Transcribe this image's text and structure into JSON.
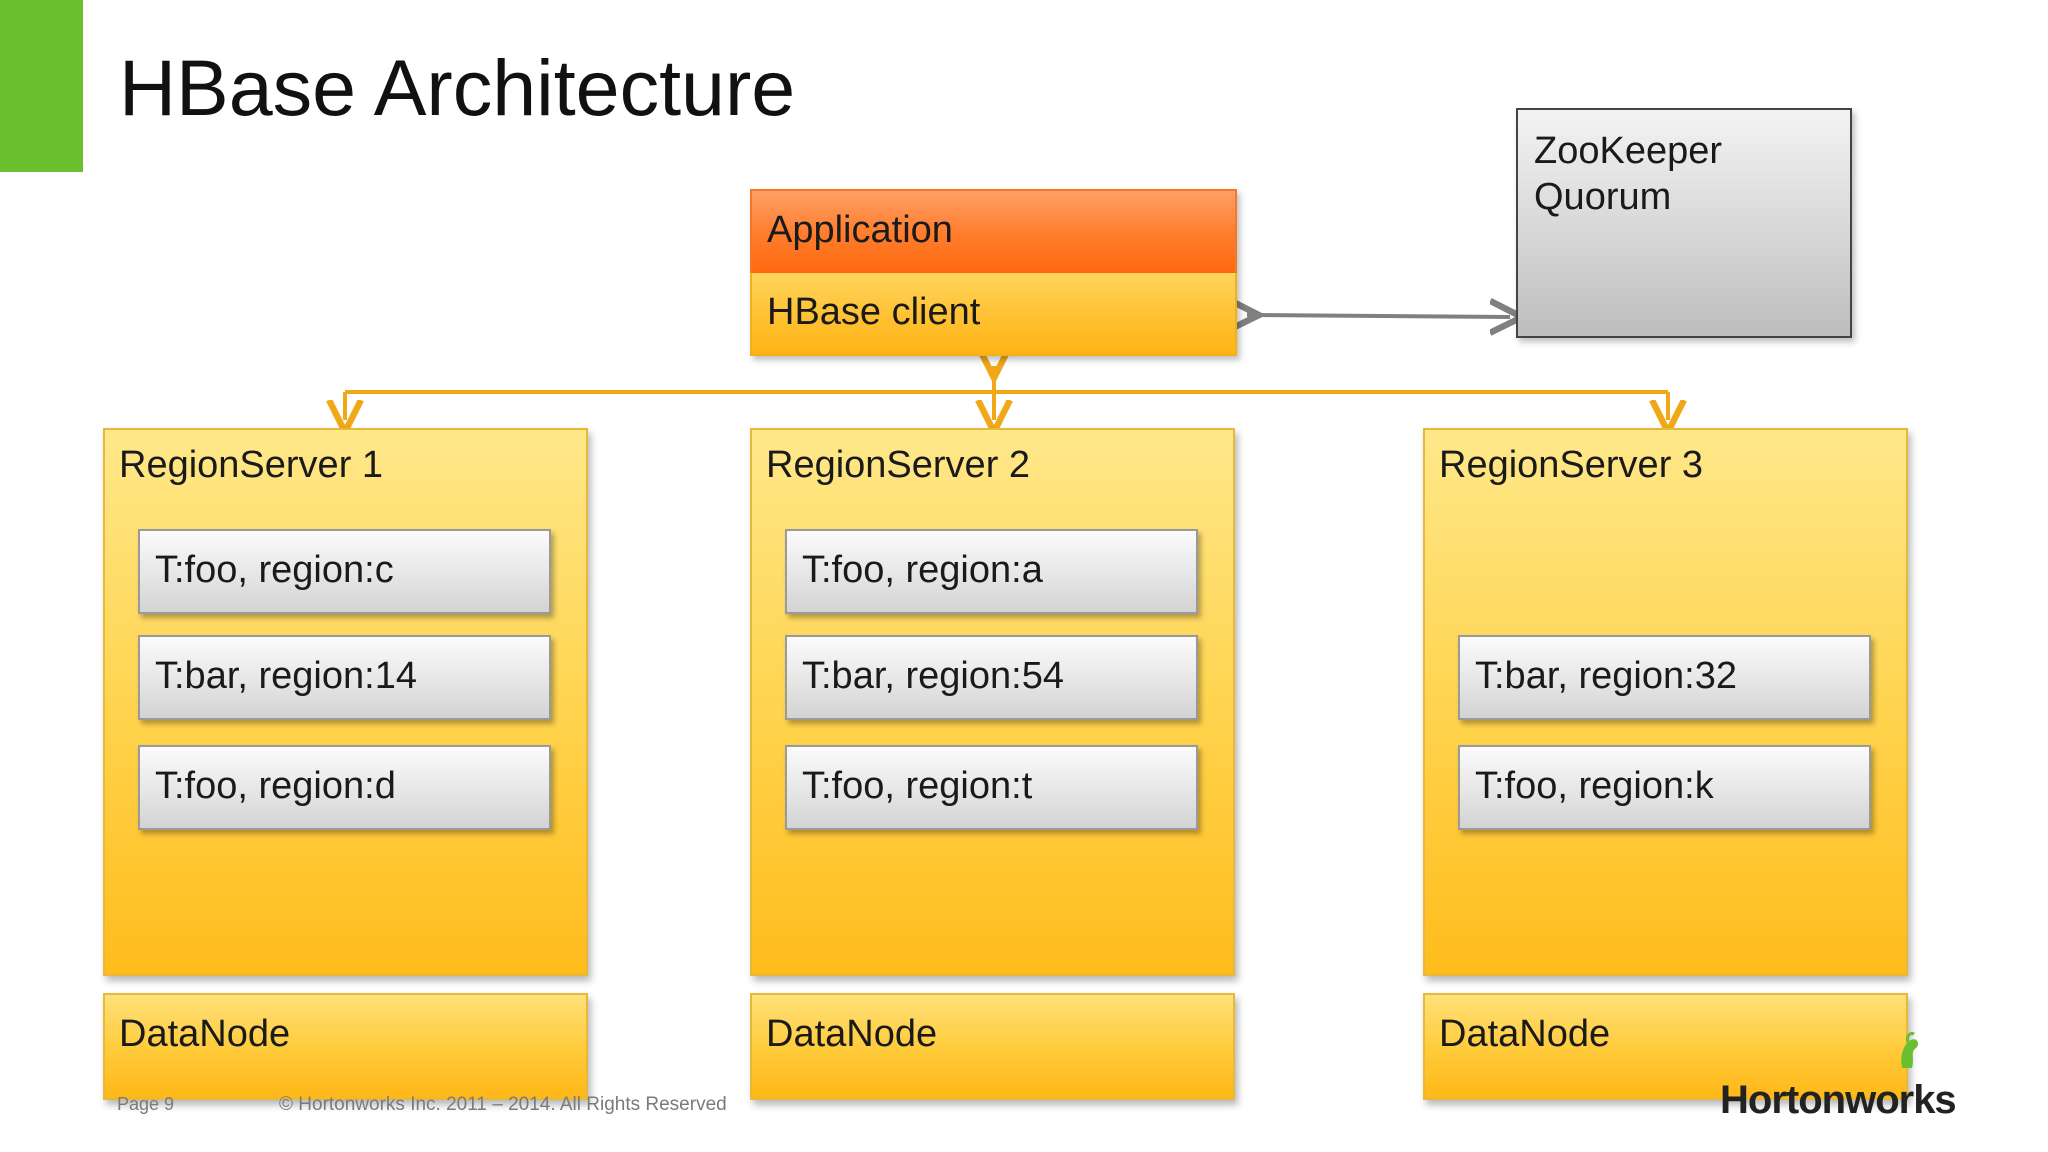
{
  "title": "HBase Architecture",
  "application": {
    "top_label": "Application",
    "client_label": "HBase client"
  },
  "zookeeper": {
    "label": "ZooKeeper\nQuorum"
  },
  "region_servers": [
    {
      "name": "RegionServer 1",
      "regions": [
        "T:foo, region:c",
        "T:bar, region:14",
        "T:foo, region:d"
      ]
    },
    {
      "name": "RegionServer 2",
      "regions": [
        "T:foo, region:a",
        "T:bar, region:54",
        "T:foo, region:t"
      ]
    },
    {
      "name": "RegionServer 3",
      "regions": [
        "T:bar, region:32",
        "T:foo, region:k"
      ]
    }
  ],
  "datanodes": [
    "DataNode",
    "DataNode",
    "DataNode"
  ],
  "footer": {
    "page": "Page 9",
    "copyright": "© Hortonworks Inc. 2011 – 2014. All Rights Reserved",
    "logo": "Hortonworks"
  },
  "colors": {
    "accent_green": "#6abf2e",
    "orange": "#ff7b2a",
    "yellow": "#ffc132",
    "connector_orange": "#f0a818",
    "connector_gray": "#808080"
  }
}
